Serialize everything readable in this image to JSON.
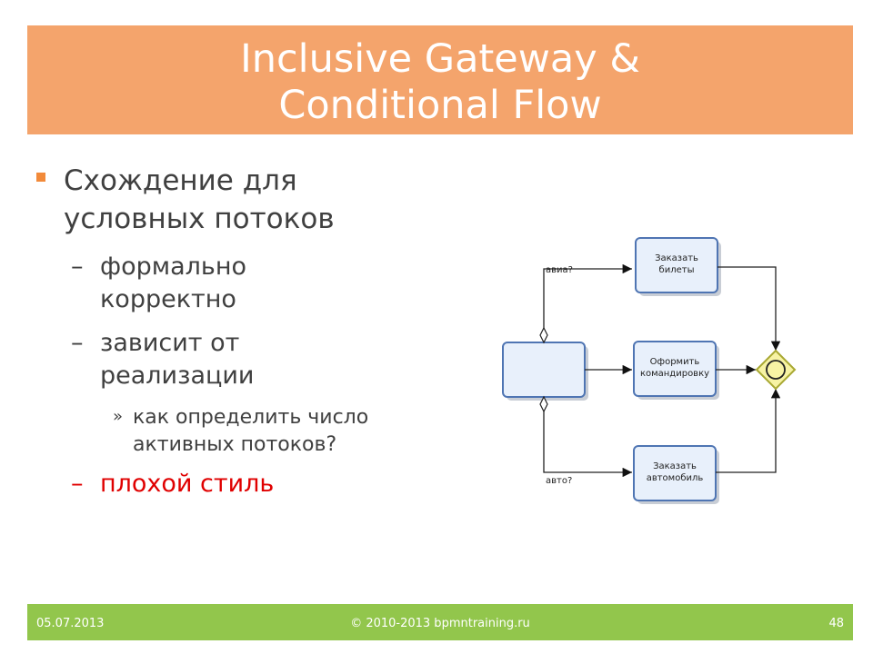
{
  "title": {
    "line1": "Inclusive Gateway &",
    "line2": "Conditional Flow"
  },
  "bullets": {
    "main": {
      "line1": "Схождение для",
      "line2": "условных потоков"
    },
    "sub1": {
      "dash": "–",
      "line1": "формально",
      "line2": "корректно"
    },
    "sub2": {
      "dash": "–",
      "line1": "зависит от",
      "line2": "реализации"
    },
    "subsub": {
      "mark": "»",
      "line1": "как определить число",
      "line2": "активных потоков?"
    },
    "sub3": {
      "dash": "–",
      "text": "плохой стиль",
      "color": "#e00000"
    }
  },
  "diagram": {
    "tasks": {
      "top": {
        "line1": "Заказать",
        "line2": "билеты"
      },
      "mid": {
        "line1": "Оформить",
        "line2": "командировку"
      },
      "bot": {
        "line1": "Заказать",
        "line2": "автомобиль"
      }
    },
    "flows": {
      "top_condition": "авиа?",
      "bottom_condition": "авто?"
    },
    "gateway": "inclusive-gateway",
    "colors": {
      "task_fill": "#e8f0fb",
      "task_stroke": "#4f75b3",
      "gateway_fill": "#f7f3a4",
      "gateway_stroke": "#a8a832"
    }
  },
  "footer": {
    "date": "05.07.2013",
    "copyright": "© 2010-2013 bpmntraining.ru",
    "page": "48"
  },
  "colors": {
    "title_band": "#f4a46c",
    "footer_band": "#92c64c",
    "bullet": "#f28a3a"
  }
}
